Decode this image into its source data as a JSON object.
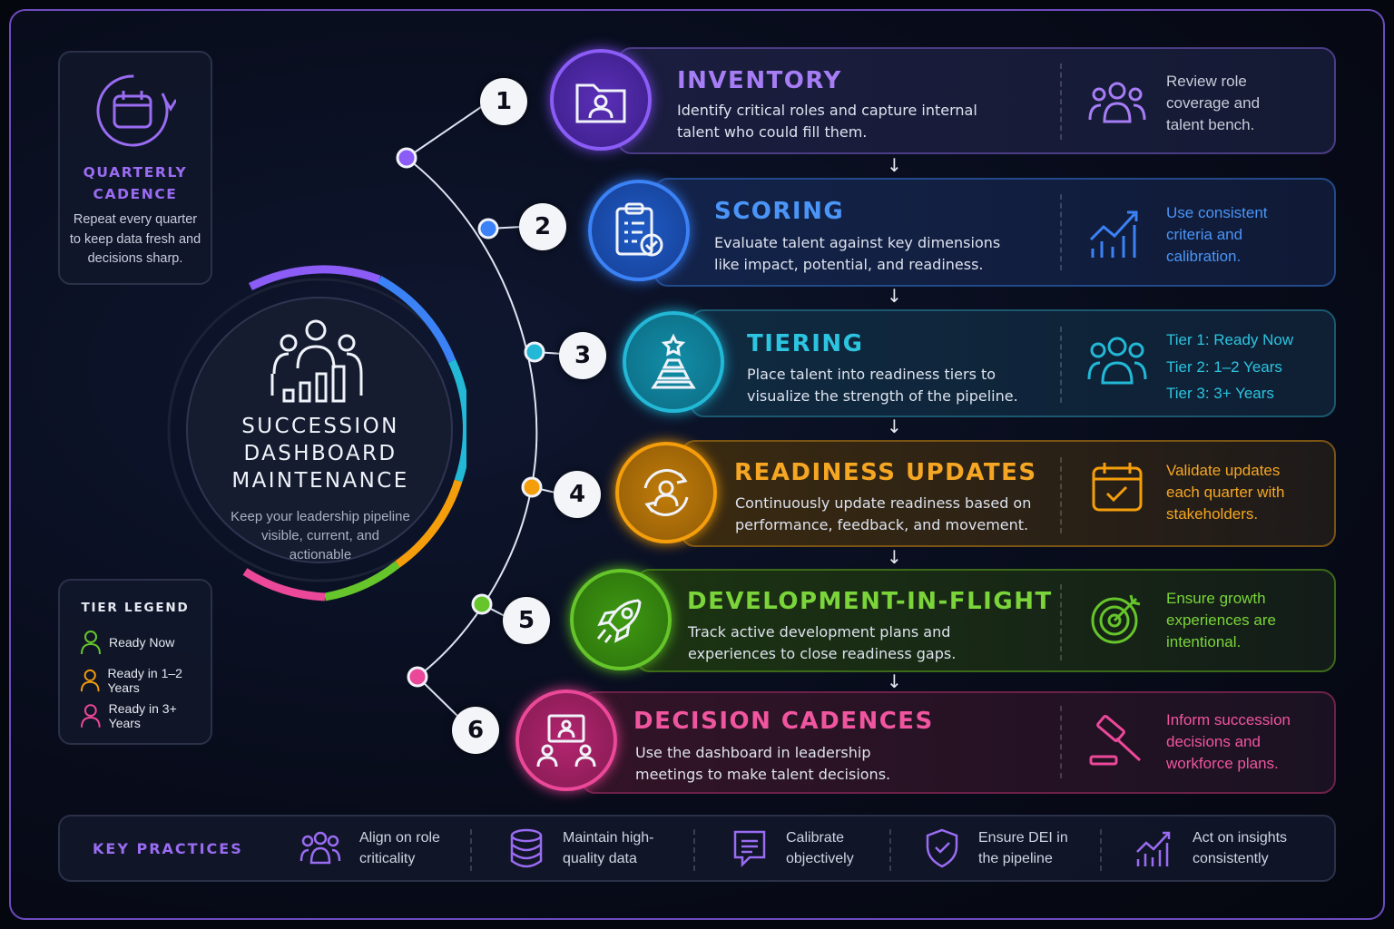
{
  "colors": {
    "purple": "#8b5cf6",
    "blue": "#3b82f6",
    "cyan": "#22b8d6",
    "orange": "#f59e0b",
    "green": "#65c52a",
    "pink": "#ec4899"
  },
  "cadence": {
    "title": "QUARTERLY CADENCE",
    "description": "Repeat every quarter to keep data fresh and decisions sharp."
  },
  "legend": {
    "title": "TIER LEGEND",
    "items": [
      {
        "label": "Ready Now",
        "color": "#65c52a"
      },
      {
        "label": "Ready in 1–2 Years",
        "color": "#f59e0b"
      },
      {
        "label": "Ready in 3+ Years",
        "color": "#ec4899"
      }
    ]
  },
  "center": {
    "title_line1": "SUCCESSION",
    "title_line2": "DASHBOARD",
    "title_line3": "MAINTENANCE",
    "subtitle": "Keep your leadership pipeline visible, current, and actionable"
  },
  "steps": [
    {
      "number": "1",
      "title": "INVENTORY",
      "desc_line1": "Identify critical roles and capture internal",
      "desc_line2": "talent who could fill them.",
      "side_line1": "Review role",
      "side_line2": "coverage and",
      "side_line3": "talent bench.",
      "icon": "folder-person-icon",
      "side_icon": "team-icon"
    },
    {
      "number": "2",
      "title": "SCORING",
      "desc_line1": "Evaluate talent against key dimensions",
      "desc_line2": "like impact, potential, and readiness.",
      "side_line1": "Use consistent",
      "side_line2": "criteria and",
      "side_line3": "calibration.",
      "icon": "clipboard-check-icon",
      "side_icon": "growth-chart-icon"
    },
    {
      "number": "3",
      "title": "TIERING",
      "desc_line1": "Place talent into readiness tiers to",
      "desc_line2": "visualize the strength of the pipeline.",
      "side_line1": "Tier 1: Ready Now",
      "side_line2": "Tier 2: 1–2 Years",
      "side_line3": "Tier 3: 3+ Years",
      "icon": "pyramid-star-icon",
      "side_icon": "team-icon"
    },
    {
      "number": "4",
      "title": "READINESS UPDATES",
      "desc_line1": "Continuously update readiness based on",
      "desc_line2": "performance, feedback, and movement.",
      "side_line1": "Validate updates",
      "side_line2": "each quarter with",
      "side_line3": "stakeholders.",
      "icon": "person-refresh-icon",
      "side_icon": "calendar-check-icon"
    },
    {
      "number": "5",
      "title": "DEVELOPMENT-IN-FLIGHT",
      "desc_line1": "Track active development plans and",
      "desc_line2": "experiences to close readiness gaps.",
      "side_line1": "Ensure growth",
      "side_line2": "experiences are",
      "side_line3": "intentional.",
      "icon": "rocket-icon",
      "side_icon": "target-icon"
    },
    {
      "number": "6",
      "title": "DECISION CADENCES",
      "desc_line1": "Use the dashboard in leadership",
      "desc_line2": "meetings to make talent decisions.",
      "side_line1": "Inform succession",
      "side_line2": "decisions and",
      "side_line3": "workforce plans.",
      "icon": "meeting-icon",
      "side_icon": "gavel-icon"
    }
  ],
  "practices": {
    "title": "KEY PRACTICES",
    "items": [
      {
        "line1": "Align on role",
        "line2": "criticality",
        "icon": "team-icon"
      },
      {
        "line1": "Maintain high-",
        "line2": "quality data",
        "icon": "database-icon"
      },
      {
        "line1": "Calibrate",
        "line2": "objectively",
        "icon": "chat-icon"
      },
      {
        "line1": "Ensure DEI in",
        "line2": "the pipeline",
        "icon": "shield-check-icon"
      },
      {
        "line1": "Act on insights",
        "line2": "consistently",
        "icon": "growth-chart-icon"
      }
    ]
  }
}
